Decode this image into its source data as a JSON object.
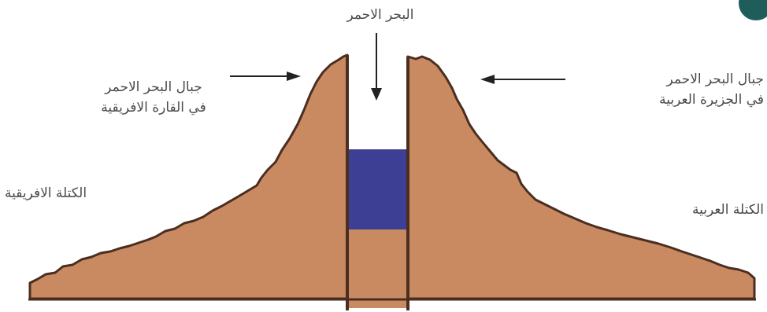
{
  "labels": {
    "red_sea": "البحر الاحمر",
    "africa_mountains_line1": "جبال البحر الاحمر",
    "africa_mountains_line2": "في القارة الافريقية",
    "arabia_mountains_line1": "جبال البحر الاحمر",
    "arabia_mountains_line2": "في الجزيرة العربية",
    "african_block": "الكتلة الافريقية",
    "arabian_block": "الكتلة العربية"
  },
  "colors": {
    "land": "#c98a62",
    "land_outline": "#4a2e20",
    "water": "#3d3f94",
    "arrow": "#222222",
    "label_text": "#4a4a4a",
    "corner_ornament": "#1f5d5a"
  }
}
